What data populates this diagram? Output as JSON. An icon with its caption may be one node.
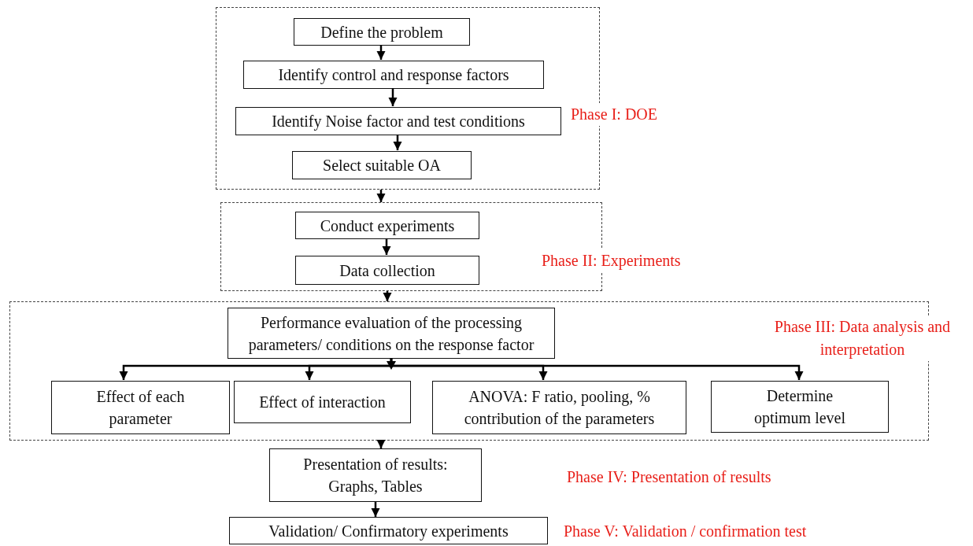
{
  "diagram": {
    "nodes": [
      {
        "text": [],
        "shape": "box"
      },
      {
        "text": [
          "Define the problem"
        ],
        "in": 0
      },
      {
        "text": [
          "Identify control and response factors"
        ],
        "in": 0
      },
      {
        "text": [
          "Identify Noise factor and test conditions"
        ],
        "in": 0
      },
      {
        "text": [
          "Select suitable OA"
        ],
        "in": 0
      },
      {
        "text": [],
        "shape": "box"
      },
      {
        "text": [
          "Conduct experiments"
        ],
        "in": 5
      },
      {
        "text": [
          "Data collection"
        ],
        "in": 5
      },
      {
        "text": [],
        "shape": "box"
      },
      {
        "text": [
          "Performance evaluation of the processing parameters/ conditions on the response factor"
        ],
        "in": 8
      },
      {
        "text": [
          "Effect of each parameter"
        ],
        "in": 8
      },
      {
        "text": [
          "Effect of interaction"
        ],
        "in": 8
      },
      {
        "text": [
          "ANOVA: F ratio, pooling, % contribution of the parameters"
        ],
        "in": 8
      },
      {
        "text": [
          "Determine optimum level"
        ],
        "in": 8
      },
      {
        "text": [
          "Presentation of results: Graphs, Tables"
        ]
      },
      {
        "text": [
          "Validation/ Confirmatory experiments"
        ]
      }
    ],
    "edges": [
      {
        "from": 1,
        "to": 2,
        "arrow": "to"
      },
      {
        "from": 2,
        "to": 3,
        "arrow": "to"
      },
      {
        "from": 3,
        "to": 4,
        "arrow": "to"
      },
      {
        "from": 0,
        "to": 5,
        "arrow": "to"
      },
      {
        "from": 6,
        "to": 7,
        "arrow": "to"
      },
      {
        "from": 5,
        "to": 8,
        "arrow": "to"
      },
      {
        "from": 9,
        "to": 10,
        "arrow": "to"
      },
      {
        "from": 9,
        "to": 11,
        "arrow": "to"
      },
      {
        "from": 9,
        "to": 12,
        "arrow": "to"
      },
      {
        "from": 9,
        "to": 13,
        "arrow": "to"
      },
      {
        "from": 8,
        "to": 14,
        "arrow": "to"
      },
      {
        "from": 14,
        "to": 15,
        "arrow": "to"
      }
    ],
    "labels": [
      "Phase I: DOE",
      "Phase II: Experiments",
      "Phase III: Data analysis and interpretation",
      "Phase IV: Presentation of results",
      "Phase V: Validation / confirmation test"
    ]
  }
}
